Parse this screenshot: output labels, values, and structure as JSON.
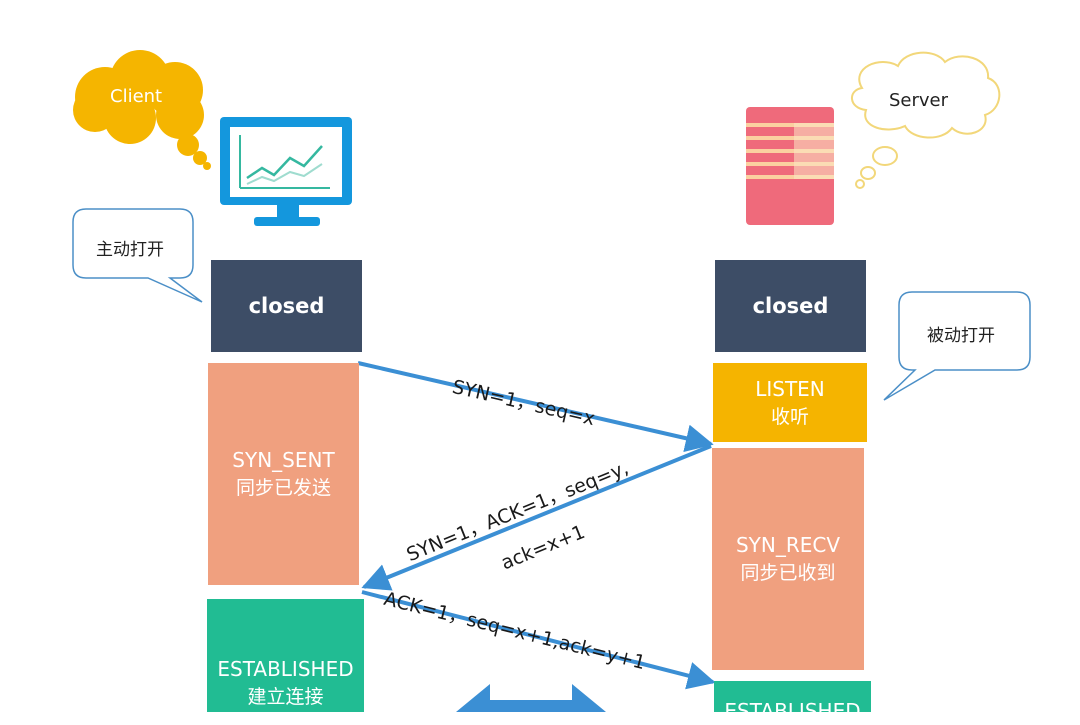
{
  "client": {
    "cloud_label": "Client",
    "callout": "主动打开",
    "states": {
      "closed": "closed",
      "syn_sent": "SYN_SENT",
      "syn_sent_cn": "同步已发送",
      "established": "ESTABLISHED",
      "established_cn": "建立连接"
    }
  },
  "server": {
    "cloud_label": "Server",
    "callout": "被动打开",
    "states": {
      "closed": "closed",
      "listen": "LISTEN",
      "listen_cn": "收听",
      "syn_recv": "SYN_RECV",
      "syn_recv_cn": "同步已收到",
      "established": "ESTABLISHED"
    }
  },
  "messages": {
    "syn": "SYN=1，seq=x",
    "synack_line1": "SYN=1，ACK=1，seq=y,",
    "synack_line2": "ack=x+1",
    "ack": "ACK=1，seq=x+1,ack=y+1"
  },
  "colors": {
    "closed": "#3d4d66",
    "syn_state": "#f0a07f",
    "listen": "#f5b400",
    "established": "#21bc93",
    "arrow": "#3b8fd4",
    "client_cloud": "#f5b500",
    "server_cloud_stroke": "#f2d77a",
    "monitor": "#1497dd",
    "server_box": "#ef6a7b",
    "callout_stroke": "#4b8fc7"
  }
}
